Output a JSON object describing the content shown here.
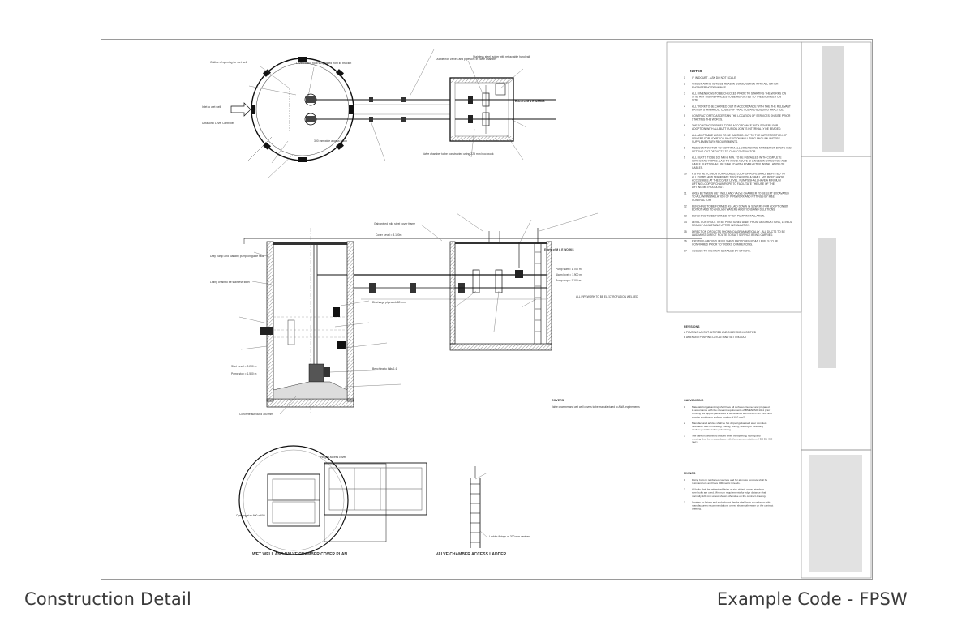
{
  "page": {
    "caption_left": "Construction Detail",
    "caption_right": "Example Code - FPSW"
  },
  "drawing": {
    "plan_title": "WET WELL AND VALVE CHAMBER COVER PLAN",
    "ladder_title": "VALVE CHAMBER ACCESS LADDER",
    "extent_label_top": "Extent of M & E WORKS",
    "extent_label_mid": "Extent of M & E WORKS",
    "cover_level": "Cover Level = 3.100m",
    "duty_levels": [
      "Pump start = 1.700 m",
      "Alarm level = 1.900 m",
      "Pump stop = 1.100 m"
    ],
    "section_levels": [
      "Start Level = 2.200 m",
      "Pump stop = 1.500 m"
    ],
    "annotations": [
      "Outline of opening for wet well",
      "Level control float suspended from lid bracket",
      "Stainless steel ladder with retractable hand rail",
      "Ductile iron valves and pipework in valve chamber",
      "Ultrasonic Level Controller",
      "Inlet to wet well",
      "300 mm wide access hatch",
      "Extent of M & E WORKS",
      "Valve chamber to be constructed using 225 mm blockwork",
      "Galvanised mild steel cover frame",
      "Duty pump and standby pump on guide rails",
      "Lifting chain to be stainless steel",
      "Discharge pipework 80 mm",
      "Benching to falls 1:1",
      "Concrete surround 150 mm",
      "Opening size 600 x 600",
      "Hinged access cover",
      "Ladder fixings at 300 mm centres"
    ]
  },
  "notes": {
    "title": "NOTES",
    "items": [
      {
        "n": "1",
        "text": "IF IN DOUBT - ASK DO NOT SCALE"
      },
      {
        "n": "2",
        "text": "THIS DRAWING IS TO BE READ IN CONJUNCTION WITH ALL OTHER ENGINEERING DRAWINGS."
      },
      {
        "n": "3",
        "text": "ALL DIMENSIONS TO BE CHECKED PRIOR TO STARTING THE WORKS ON SITE. ANY DISCREPANCIES TO BE REPORTED TO THE ENGINEER ON SITE."
      },
      {
        "n": "4",
        "text": "ALL WORK TO BE CARRIED OUT IN ACCORDANCE WITH THE THE RELEVANT BRITISH STANDARDS, CODES OF PRACTICE AND BUILDING PRACTICE."
      },
      {
        "n": "5",
        "text": "CONTRACTOR TO ASCERTAIN THE LOCATION OF SERVICES ON SITE PRIOR STARTING THE WORKS."
      },
      {
        "n": "6",
        "text": "THE JOINTING OF PIPES TO BE ACCORDANCE WITH SEWERS FOR ADOPTION WITH ALL BUTT FUSION JOINTS INTERNALLY DE BEADED."
      },
      {
        "n": "7",
        "text": "ALL ADOPTABLE WORK TO BE CARRIED OUT TO THE LATEST EDITION OF SEWERS FOR ADOPTION 8th EDITION INCLUDING ANGLIAN WATERS SUPPLEMENTARY REQUIREMENTS."
      },
      {
        "n": "8",
        "text": "M&E CONTRACTOR TO CONFIRM ALL DIMENSIONS, NUMBER OF DUCTS AND SETTING OUT OF DUCTS TO CIVIL CONTRACTOR."
      },
      {
        "n": "9",
        "text": "ALL DUCTS TO BE 100 MM Ø MIN. TO BE INSTALLED WITH COMPLETE WITH DRAW ROPES. LAID TO AVOID ACUTE CHANGES IN DIRECTION AND CABLE DUCTS SHALL BE SEALED WITH FOAM AFTER INSTALLATION OF CABLES."
      },
      {
        "n": "10",
        "text": "A SYNTHETIC (NON CORRODIBLE) LOOP OF ROPE SHALL BE FITTED TO ALL PUMPS AND TERMINATE TOGETHER ON A SMALL MOUNTED HOOK ACCESSIBLE AT THE COVER LEVEL. PUMPS SHALL HAVE A MINIMUM LIFTING LOOP OF CHAIN/ROPE TO FACILITATE THE USE OF THE LIFTING METHODOLOGY."
      },
      {
        "n": "11",
        "text": "AREA BETWEEN WET WELL AND VALVE CHAMBER TO BE LEFT EXCAVATED TO ALLOW INSTALLATION OF PIPEWORK AND FITTINGS BY M&E CONTRACTOR."
      },
      {
        "n": "12",
        "text": "BENCHING TO BE FORMED AS LAID DOWN IN SEWERS FOR ADOPTION 8th EDITION AND TO ANGLIAN WATERS ADDITIONS AND DELETIONS."
      },
      {
        "n": "13",
        "text": "BENCHING TO BE FORMED AFTER PUMP INSTALLATION."
      },
      {
        "n": "14",
        "text": "LEVEL CONTROLS TO BE POSITIONED AWAY FROM OBSTRUCTIONS, LEVELS READILY ADJUSTABLE AFTER INSTALLATION."
      },
      {
        "n": "15",
        "text": "DIRECTION OF DUCTS SHOWN DIAGRAMMATICALLY - ALL DUCTS TO BE LAID MOST DIRECT ROUTE TO SUIT SERVICE BEING CARRIED."
      },
      {
        "n": "16",
        "text": "EXISTING GROUND LEVELS AND PROPOSED ROAD LEVELS TO BE CONFIRMED PRIOR TO WORKS COMMENCING."
      },
      {
        "n": "17",
        "text": "ACCESS TO HIGHWAY DETAILED BY OTHERS."
      }
    ]
  },
  "galvanising": {
    "title": "GALVANISING",
    "items": [
      {
        "n": "1",
        "text": "Materials for galvanising shall have all surfaces cleaned and prepared in accordance with the relevant requirements of BS EN ISO 1461 prior to being hot dipped galvanised in accordance with BS EN ISO 1461 and receive a minimum surface coating of 610 g/m2."
      },
      {
        "n": "2",
        "text": "Manufactured articles shall be hot dipped galvanised after complete fabrication and no bending, cutting, drilling, rivetting or threading shall be permitted after galvanising."
      },
      {
        "n": "3",
        "text": "The care of galvanised articles when transporting, storing and erecting shall be in accordance with the recommendations of BS EN ISO 1461."
      }
    ]
  },
  "fixings": {
    "title": "FIXINGS",
    "items": [
      {
        "n": "1",
        "text": "Fixing bolts in reinforced concrete and for all mass concrete shall be resin anchors and have 300 metric threads."
      },
      {
        "n": "2",
        "text": "All bolts shall be galvanised finish or zinc plated, unless stainless steel bolts are used. Minimum requirements for edge distance shall normally 120 mm unless shown otherwise on the contract drawing."
      },
      {
        "n": "3",
        "text": "Centres for fixings and embedment depths shall be in accordance with manufacturers recommendations unless shown otherwise on the contract drawing."
      }
    ]
  },
  "revisions": {
    "title": "REVISIONS",
    "items": [
      "A  PUMPING LAYOUT ALTERED AND DIMENSION MODIFIED",
      "B  AMENDED PUMPING LAYOUT AND SETTING OUT"
    ]
  },
  "covers_note": {
    "title": "COVERS",
    "text": "Valve chamber and wet well covers to be manufactured to AWA requirements"
  },
  "pump_note": "ALL PIPEWORK TO BE ELECTROFUSION WELDED"
}
